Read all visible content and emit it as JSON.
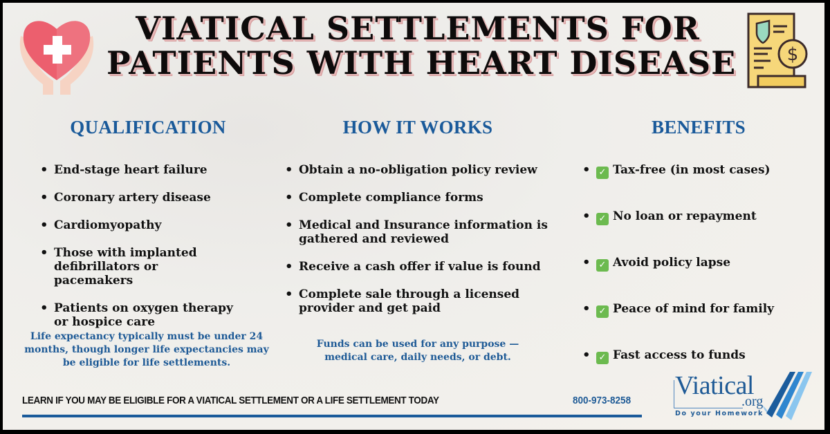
{
  "header": {
    "title_line1": "VIATICAL SETTLEMENTS FOR",
    "title_line2": "PATIENTS WITH HEART DISEASE",
    "left_icon": "heart-in-hands-medical-cross-icon",
    "right_icon": "insurance-policy-dollar-document-icon"
  },
  "columns": [
    {
      "title": "QUALIFICATION",
      "items": [
        "End-stage heart failure",
        "Coronary artery disease",
        "Cardiomyopathy",
        "Those with implanted defibrillators or pacemakers",
        "Patients on oxygen therapy or hospice care"
      ],
      "note": "Life expectancy typically must be under 24 months, though longer life expectancies may be eligible for life settlements."
    },
    {
      "title": "HOW IT WORKS",
      "items": [
        "Obtain a no-obligation  policy review",
        "Complete compliance forms",
        "Medical and Insurance information is gathered and reviewed",
        "Receive a cash offer if value is found",
        "Complete sale through a licensed provider and get paid"
      ],
      "note": "Funds can be used for any purpose — medical care, daily needs, or debt."
    },
    {
      "title": "BENEFITS",
      "check_icon": "✓",
      "items": [
        "Tax-free (in most cases)",
        "No loan or repayment",
        "Avoid policy lapse",
        "Peace of mind for family",
        "Fast access to funds"
      ]
    }
  ],
  "footer": {
    "cta": "LEARN IF YOU MAY BE ELIGIBLE FOR A VIATICAL SETTLEMENT OR A LIFE SETTLEMENT TODAY",
    "phone": "800-973-8258"
  },
  "logo": {
    "word": "Viatical",
    "tld": ".org",
    "tagline": "Do your Homework"
  },
  "colors": {
    "heading_blue": "#1a5a9a",
    "note_blue": "#1e5a96",
    "check_green": "#6cba4f",
    "title_shadow_pink": "#e8b9b9"
  }
}
